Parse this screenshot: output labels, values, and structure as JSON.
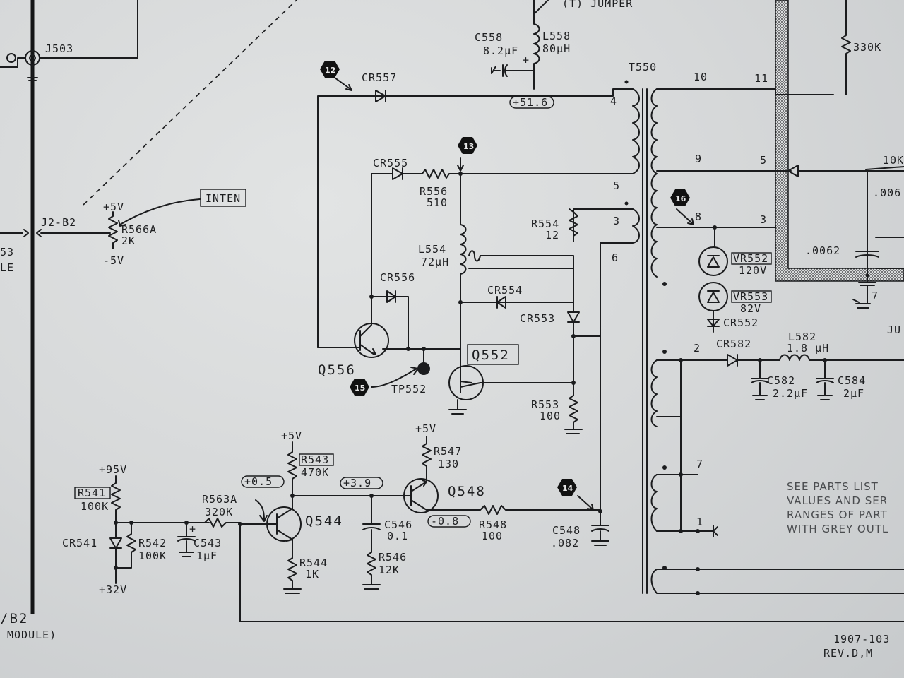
{
  "labels": {
    "jumper": "(T) JUMPER",
    "j503": "J503",
    "l558": "L558",
    "l558_val": "80μH",
    "c558": "C558",
    "c558_val": "8.2μF",
    "t550": "T550",
    "r330k": "330K",
    "cr557": "CR557",
    "v_51_6": "+51.6",
    "pin4": "4",
    "pin10": "10",
    "pin11": "11",
    "cr555": "CR555",
    "r556": "R556",
    "r556_val": "510",
    "pin5": "5",
    "pin9": "9",
    "pin5b": "5",
    "r10k": "10K",
    "c006": ".006",
    "inten": "INTEN",
    "p5v_pot": "+5V",
    "m5v_pot": "-5V",
    "j2b2": "J2-B2",
    "r566a": "R566A",
    "r566a_val": "2K",
    "n53": "53",
    "le": "LE",
    "r554": "R554",
    "r554_val": "12",
    "pin3": "3",
    "pin6": "6",
    "pin8": "8",
    "pin3b": "3",
    "c0062": ".0062",
    "l554": "L554",
    "l554_val": "72μH",
    "vr552": "VR552",
    "vr552_val": "120V",
    "vr553": "VR553",
    "vr553_val": "82V",
    "cr552": "CR552",
    "pin7r": "7",
    "ju": "JU",
    "cr556": "CR556",
    "cr554": "CR554",
    "cr553": "CR553",
    "q552": "Q552",
    "q556": "Q556",
    "tp552": "TP552",
    "pin2": "2",
    "cr582": "CR582",
    "l582": "L582",
    "l582_val": "1.8 μH",
    "c582": "C582",
    "c582_val": "2.2μF",
    "c584": "C584",
    "c584_val": "2μF",
    "r553": "R553",
    "r553_val": "100",
    "p5v_a": "+5V",
    "p5v_b": "+5V",
    "r543": "R543",
    "r543_val": "470K",
    "r547": "R547",
    "r547_val": "130",
    "p95v": "+95V",
    "r541": "R541",
    "r541_val": "100K",
    "v_0_5": "+0.5",
    "v_3_9": "+3.9",
    "q548": "Q548",
    "q544": "Q544",
    "r563a": "R563A",
    "r563a_val": "320K",
    "c546": "C546",
    "c546_val": "0.1",
    "v_m0_8": "-0.8",
    "r548": "R548",
    "r548_val": "100",
    "c548": "C548",
    "c548_val": ".082",
    "pin7": "7",
    "pin1": "1",
    "cr541": "CR541",
    "r542": "R542",
    "r542_val": "100K",
    "c543": "C543",
    "c543_val": "1μF",
    "r544": "R544",
    "r544_val": "1K",
    "r546": "R546",
    "r546_val": "12K",
    "p32v": "+32V",
    "b2": "/B2",
    "module": "MODULE)",
    "note1": "SEE PARTS LIST",
    "note2": "VALUES AND SER",
    "note3": "RANGES OF PART",
    "note4": "WITH GREY OUTL",
    "drawing_no": "1907-103",
    "rev": "REV.D,M",
    "test_points": [
      "12",
      "13",
      "14",
      "15",
      "16"
    ]
  },
  "colors": {
    "ink": "#1b1c1e",
    "paper": "#d6d8d9",
    "grey_note": "#4a4c4f"
  }
}
